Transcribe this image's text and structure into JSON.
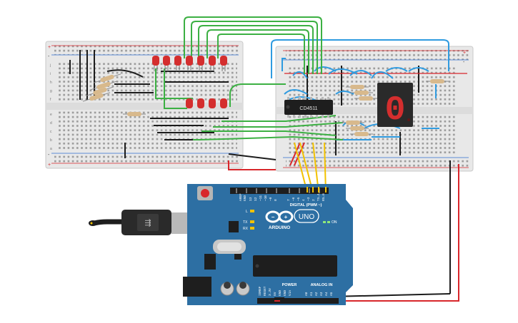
{
  "ic": {
    "label": "CD4511"
  },
  "arduino": {
    "model": "UNO",
    "brand": "ARDUINO",
    "digital_header": "DIGITAL (PWM ~)",
    "on_label": "ON",
    "power_label": "POWER",
    "analog_label": "ANALOG IN",
    "tx_label": "TX",
    "rx_label": "RX",
    "l_label": "L",
    "pins_digital": [
      "AREF",
      "GND",
      "13",
      "12",
      "~11",
      "~10",
      "~9",
      "8",
      "7",
      "~6",
      "~5",
      "4",
      "~3",
      "2",
      "TX→1",
      "RX←0"
    ],
    "pins_power": [
      "IOREF",
      "RESET",
      "3.3V",
      "5V",
      "GND",
      "GND",
      "Vin"
    ],
    "pins_analog": [
      "A0",
      "A1",
      "A2",
      "A3",
      "A4",
      "A5"
    ]
  },
  "display": {
    "digit": "0"
  },
  "breadboard": {
    "row_letters_top": [
      "j",
      "i",
      "h",
      "g",
      "f"
    ],
    "row_letters_bottom": [
      "e",
      "d",
      "c",
      "b",
      "a"
    ],
    "rail_plus": "+",
    "rail_minus": "-"
  },
  "colors": {
    "wire_green": "#3cb043",
    "wire_blue": "#2f9be0",
    "wire_yellow": "#f2c200",
    "wire_red": "#d8262b",
    "wire_black": "#1c1c1c",
    "board_blue": "#2d6fa3",
    "led_red": "#d42e2e"
  }
}
